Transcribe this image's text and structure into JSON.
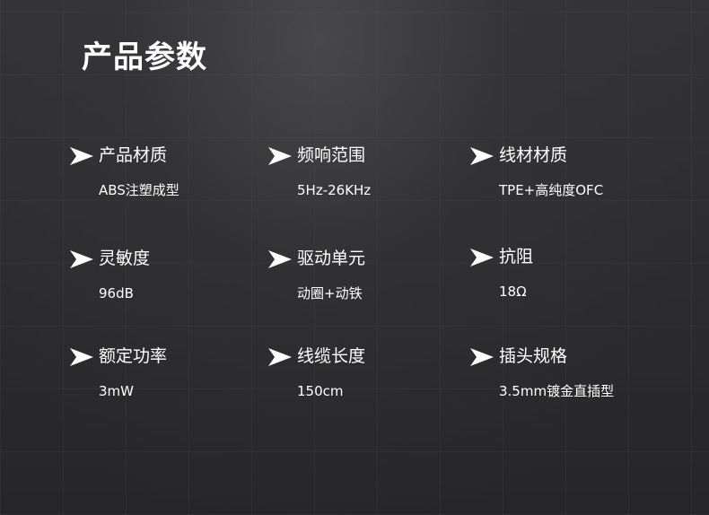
{
  "title": "产品参数",
  "icon": "arrow-right-icon",
  "colors": {
    "text": "#ffffff",
    "background": "#2b2b2d"
  },
  "specs": [
    {
      "label": "产品材质",
      "value": "ABS注塑成型"
    },
    {
      "label": "频响范围",
      "value": "5Hz-26KHz"
    },
    {
      "label": "线材材质",
      "value": "TPE+高纯度OFC"
    },
    {
      "label": "灵敏度",
      "value": "96dB"
    },
    {
      "label": "驱动单元",
      "value": "动圈+动铁"
    },
    {
      "label": "抗阻",
      "value": "18Ω"
    },
    {
      "label": "额定功率",
      "value": "3mW"
    },
    {
      "label": "线缆长度",
      "value": "150cm"
    },
    {
      "label": "插头规格",
      "value": "3.5mm镀金直插型"
    }
  ]
}
